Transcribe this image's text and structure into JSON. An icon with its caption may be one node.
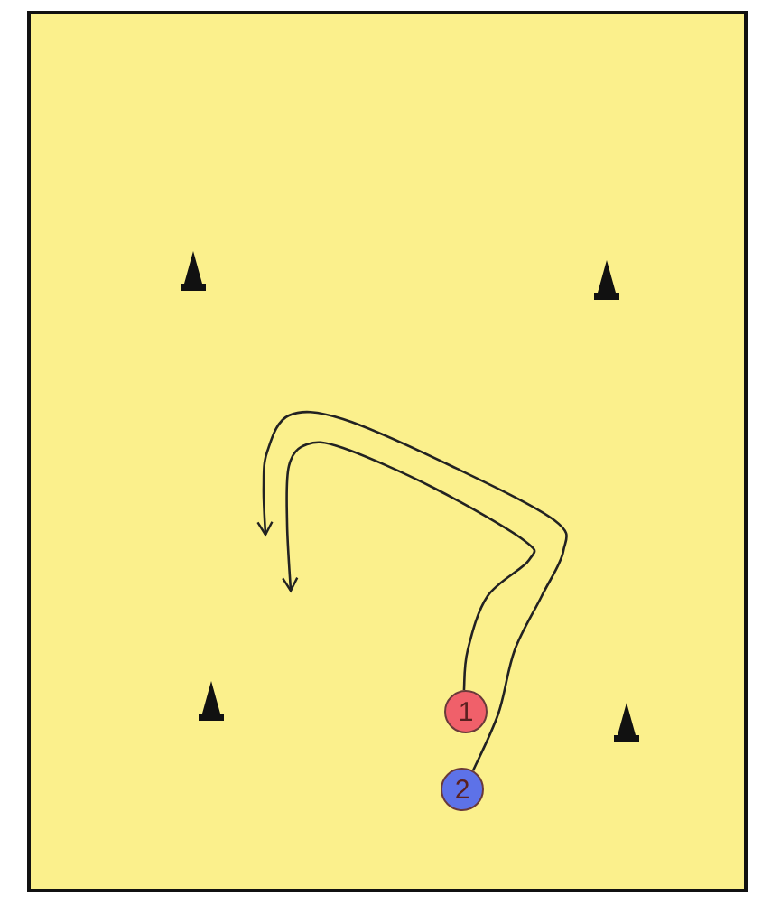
{
  "diagram": {
    "nodes": [
      {
        "text": [
          "1"
        ]
      },
      {
        "text": [
          "2"
        ]
      }
    ],
    "edges": [
      {
        "from": 0,
        "to": null,
        "arrow": "to"
      },
      {
        "from": 1,
        "to": null,
        "arrow": "to"
      }
    ]
  }
}
